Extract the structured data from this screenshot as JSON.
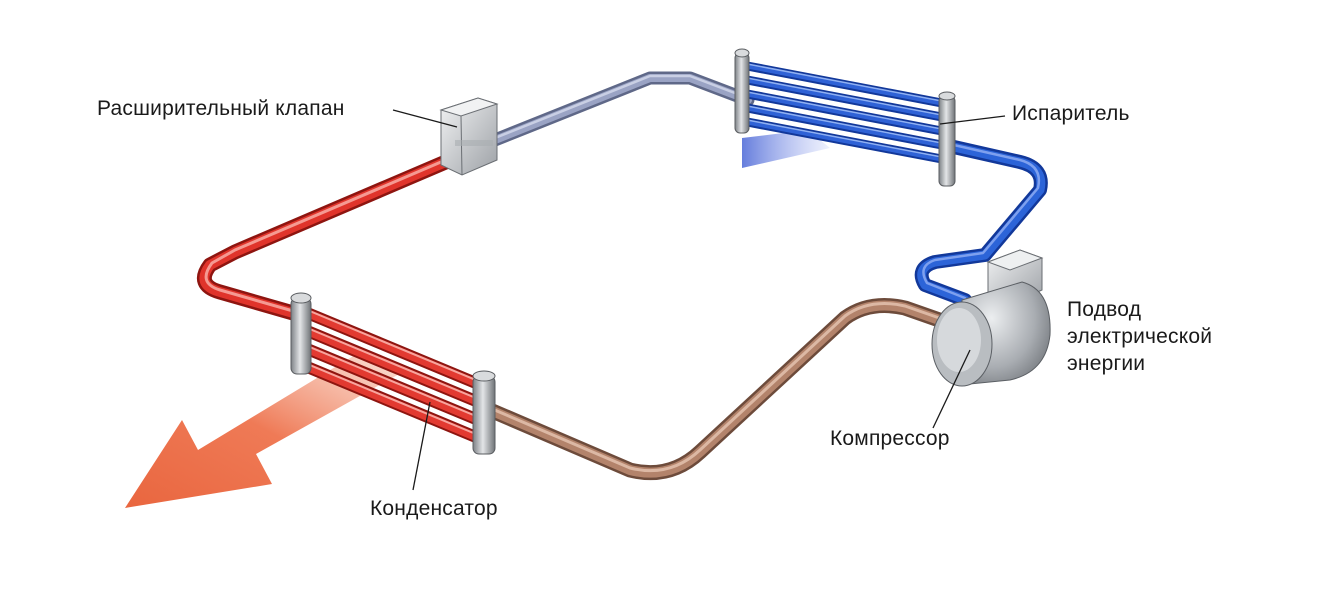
{
  "labels": {
    "expansion_valve": "Расширительный клапан",
    "evaporator": "Испаритель",
    "power_supply": [
      "Подвод",
      "электрической",
      "энергии"
    ],
    "compressor": "Компрессор",
    "condenser": "Конденсатор"
  },
  "colors": {
    "hot_line": "#e2352c",
    "cold_line": "#1f55c8",
    "low_pressure_vapor": "#8a93b8",
    "hot_vapor": "#a87860",
    "heat_out_arrow": "#ef7a56",
    "cool_air": "#5a72d8",
    "component_gray": "#c4c8cc"
  }
}
